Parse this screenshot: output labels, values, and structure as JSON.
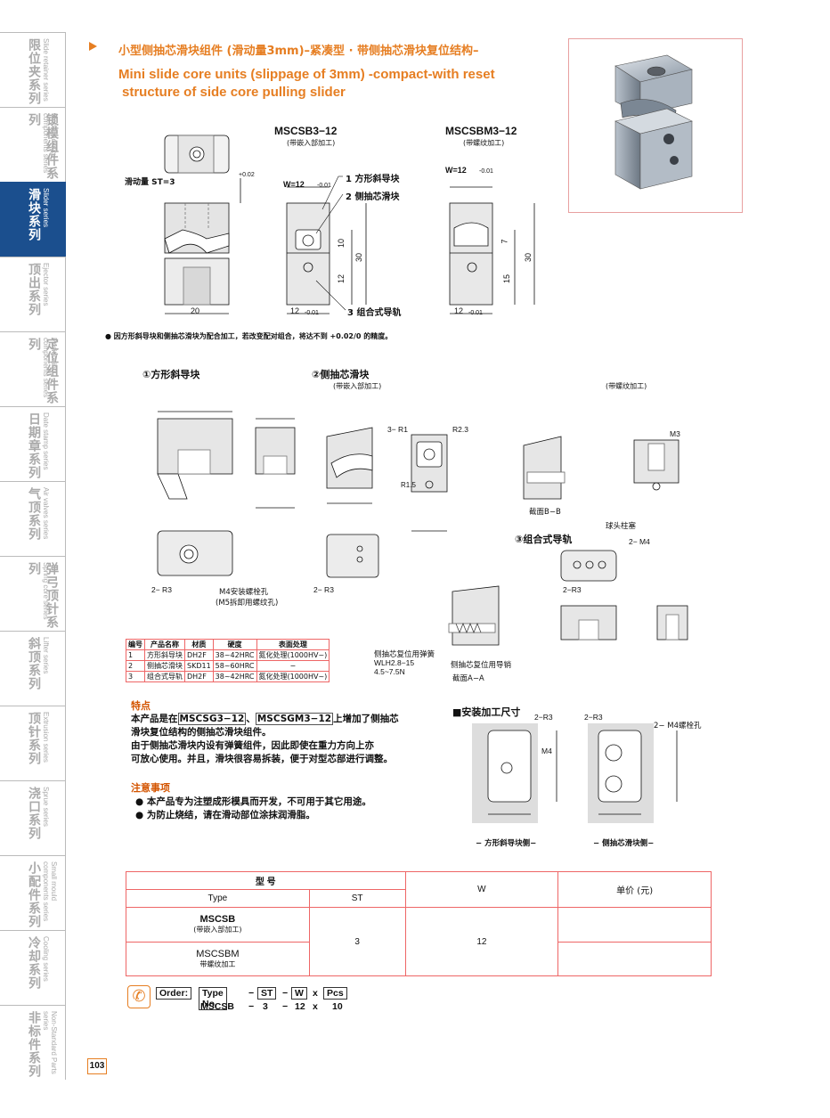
{
  "sidebar": [
    {
      "zh": "限位夹系列",
      "en": "Slide retainer series"
    },
    {
      "zh": "锁模组件系列",
      "en": "Mode locking components series"
    },
    {
      "zh": "滑块系列",
      "en": "Slider series",
      "active": true
    },
    {
      "zh": "顶出系列",
      "en": "Ejector series"
    },
    {
      "zh": "定位组件系列",
      "en": "Positioning components series"
    },
    {
      "zh": "日期章系列",
      "en": "Date stamp series"
    },
    {
      "zh": "气顶系列",
      "en": "Air valves series"
    },
    {
      "zh": "弹弓顶针系列",
      "en": "Spring core series"
    },
    {
      "zh": "斜顶系列",
      "en": "Lifter series"
    },
    {
      "zh": "顶针系列",
      "en": "Extrusion series"
    },
    {
      "zh": "浇口系列",
      "en": "Sprue series"
    },
    {
      "zh": "小配件系列",
      "en": "Small mould components series"
    },
    {
      "zh": "冷却系列",
      "en": "Cooling series"
    },
    {
      "zh": "非标件系列",
      "en": "Non-Standard Parts series"
    }
  ],
  "title": {
    "zh": "小型侧抽芯滑块组件 (滑动量3mm)–紧凑型 · 带侧抽芯滑块复位结构–",
    "en1": "Mini slide core units (slippage of 3mm) -compact-with reset",
    "en2": "structure of side core pulling slider"
  },
  "drawing_top": {
    "m1": "MSCSB3−12",
    "m1_sub": "(带嵌入部加工)",
    "m2": "MSCSBM3−12",
    "m2_sub": "(带螺纹加工)",
    "st": "滑动量 ST=3",
    "w1": "W=12",
    "w2": "W=12",
    "p1": "1 方形斜导块",
    "p2": "2 侧抽芯滑块",
    "p3": "3 组合式导轨",
    "d20": "20",
    "d12a": "12",
    "d12b": "12",
    "tol": "-0.01",
    "tol2": "+0.02",
    "dim10": "10",
    "dim30": "30",
    "dim12c": "12",
    "dim7": "7",
    "dim15": "15",
    "note": "● 因方形斜导块和侧抽芯滑块为配合加工，若改变配对组合，将达不到 +0.02/0 的精度。"
  },
  "parts": {
    "h1": "①方形斜导块",
    "h2": "②侧抽芯滑块",
    "h2_sub": "(带嵌入部加工)",
    "h2_sub2": "(带螺纹加工)",
    "h3": "③组合式导轨",
    "m4hole": "M4安装螺栓孔",
    "m5": "(M5拆卸用螺纹孔)",
    "r3": "2− R3",
    "r3b": "2− R3",
    "r3c": "2−R3",
    "r1": "3− R1",
    "r25": "R2.3",
    "r15": "R1.5",
    "ball": "球头柱塞",
    "m4b": "2− M4",
    "m3": "M3",
    "secbb": "截面B−B",
    "secaa": "截面A−A",
    "spring": "侧抽芯复位用弹簧",
    "spring_spec1": "WLH2.8−15",
    "spring_spec2": "4.5~7.5N",
    "pin": "侧抽芯复位用导销"
  },
  "materials": {
    "headers": [
      "编号",
      "产品名称",
      "材质",
      "硬度",
      "表面处理"
    ],
    "rows": [
      [
        "1",
        "方形斜导块",
        "DH2F",
        "38~42HRC",
        "氮化处理(1000HV~)"
      ],
      [
        "2",
        "侧抽芯滑块",
        "SKD11",
        "58~60HRC",
        "−"
      ],
      [
        "3",
        "组合式导轨",
        "DH2F",
        "38~42HRC",
        "氮化处理(1000HV~)"
      ]
    ]
  },
  "features": {
    "heading": "特点",
    "line1a": "本产品是在",
    "b1": "MSCSG3−12",
    "line1b": "、",
    "b2": "MSCSGM3−12",
    "line1c": "上增加了侧抽芯",
    "line2": "滑块复位结构的侧抽芯滑块组件。",
    "line3": "由于侧抽芯滑块内设有弹簧组件，因此即使在重力方向上亦",
    "line4": "可放心使用。并且，滑块很容易拆装，便于对型芯部进行调整。"
  },
  "notes": {
    "heading": "注意事项",
    "items": [
      "● 本产品专为注塑成形模具而开发，不可用于其它用途。",
      "● 为防止烧结，请在滑动部位涂抹润滑脂。"
    ]
  },
  "install": {
    "heading": "■安装加工尺寸",
    "left_cap": "− 方形斜导块侧−",
    "right_cap": "− 侧抽芯滑块侧−",
    "r3": "2−R3",
    "r3b": "2−R3",
    "m4": "M4",
    "m4b": "2− M4螺栓孔"
  },
  "price": {
    "h_model": "型  号",
    "h_type": "Type",
    "h_st": "ST",
    "h_w": "W",
    "h_price": "单价 (元)",
    "r1_type": "MSCSB",
    "r1_sub": "(带嵌入部加工)",
    "r2_type": "MSCSBM",
    "r2_sub": "带螺纹加工",
    "st": "3",
    "w": "12"
  },
  "order": {
    "label": "Order:",
    "type": "Type No.",
    "st": "ST",
    "w": "W",
    "pcs": "Pcs",
    "ex_type": "MSCSB",
    "ex_st": "3",
    "ex_w": "12",
    "ex_pcs": "10",
    "dash": "−",
    "x": "x"
  },
  "page": "103"
}
